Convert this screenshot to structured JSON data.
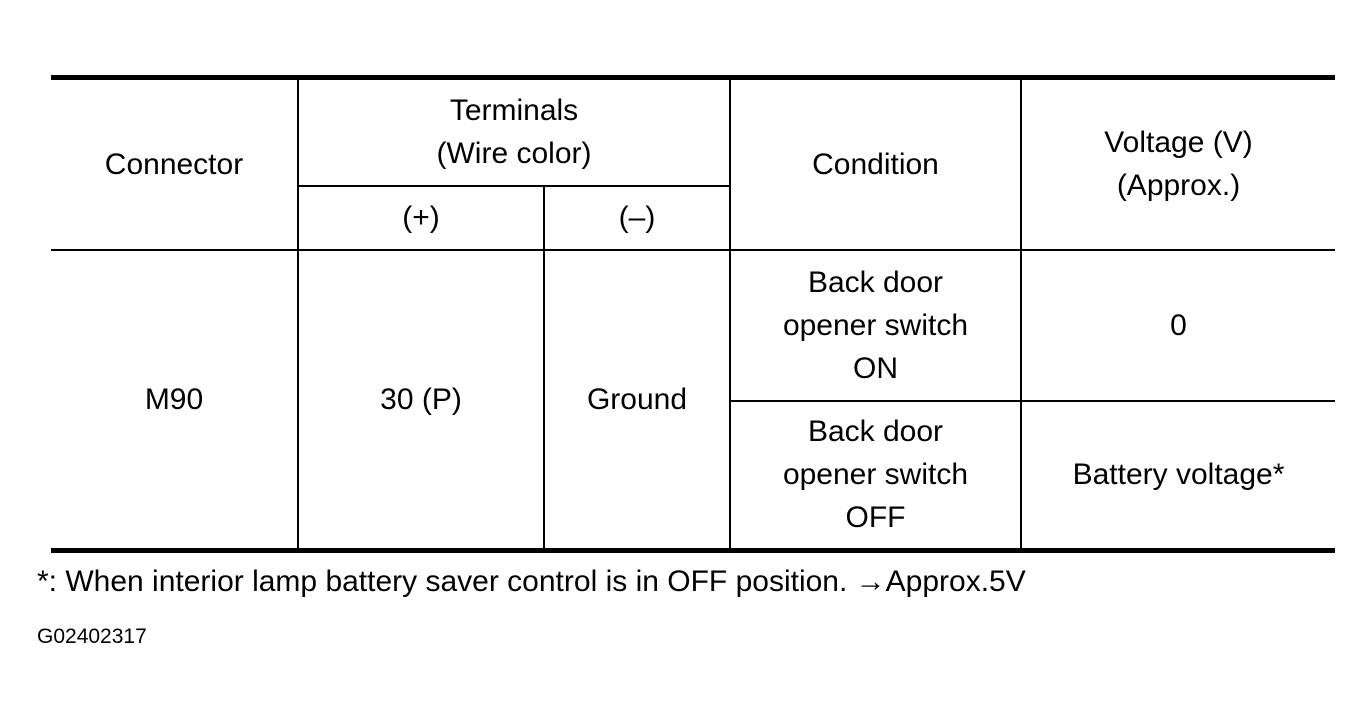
{
  "table": {
    "headers": {
      "connector": "Connector",
      "terminals": "Terminals\n(Wire color)",
      "plus": "(+)",
      "minus": "(–)",
      "condition": "Condition",
      "voltage": "Voltage (V)\n(Approx.)"
    },
    "rows": [
      {
        "connector": "M90",
        "plus": "30 (P)",
        "minus": "Ground",
        "conditions": [
          {
            "condition": "Back door\nopener switch\nON",
            "voltage": "0"
          },
          {
            "condition": "Back door\nopener switch\nOFF",
            "voltage": "Battery voltage*"
          }
        ]
      }
    ]
  },
  "footnote": "*: When interior lamp battery saver control is in OFF position. →Approx.5V",
  "figure_id": "G02402317"
}
